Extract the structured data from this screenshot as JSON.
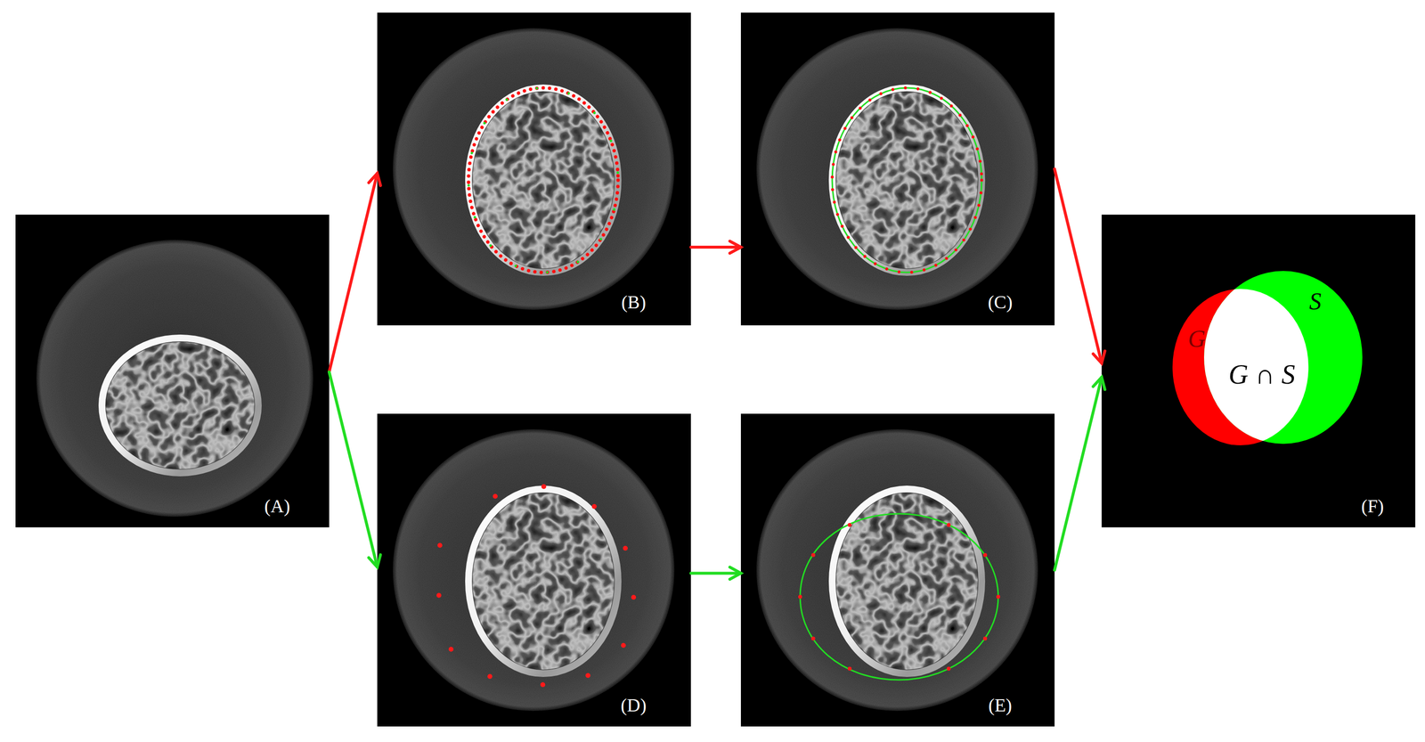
{
  "diagram": {
    "nodes": [
      {
        "text": [
          "(A)"
        ]
      },
      {
        "text": [
          "(B)"
        ]
      },
      {
        "text": [
          "(C)"
        ]
      },
      {
        "text": [
          "(D)"
        ]
      },
      {
        "text": [
          "(E)"
        ]
      },
      {
        "text": [
          "G",
          "S",
          "G ∩ S",
          "(F)"
        ]
      }
    ],
    "edges": [
      {
        "from": 0,
        "to": 1,
        "arrow": "to"
      },
      {
        "from": 1,
        "to": 2,
        "arrow": "to"
      },
      {
        "from": 2,
        "to": 5,
        "arrow": "to"
      },
      {
        "from": 0,
        "to": 3,
        "arrow": "to"
      },
      {
        "from": 3,
        "to": 4,
        "arrow": "to"
      },
      {
        "from": 4,
        "to": 5,
        "arrow": "to"
      }
    ]
  }
}
